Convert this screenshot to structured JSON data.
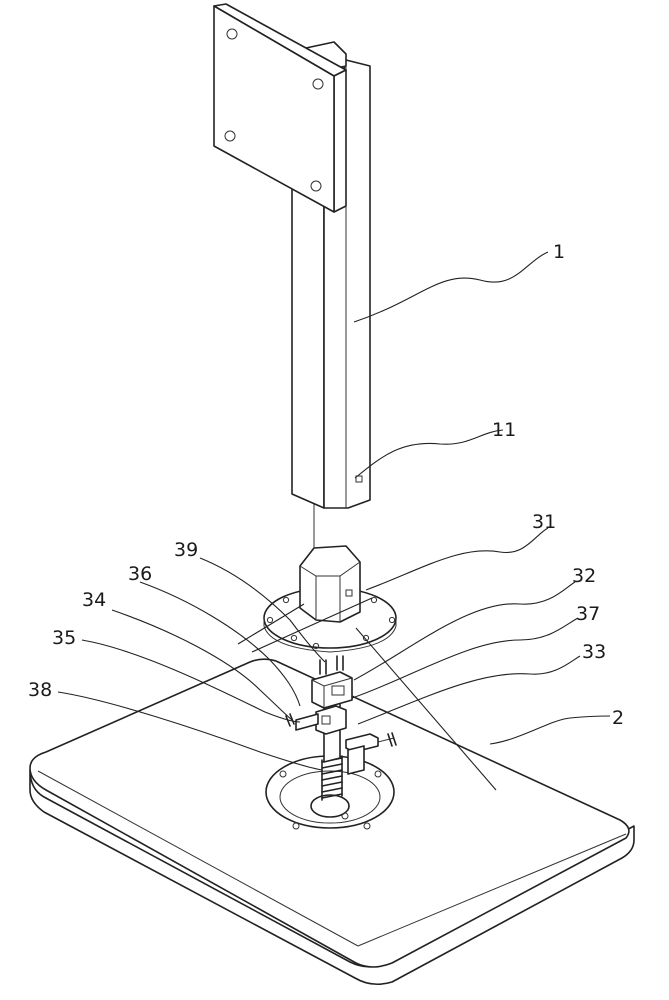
{
  "labels": {
    "l1": "1",
    "l11": "11",
    "l31": "31",
    "l39": "39",
    "l36": "36",
    "l32": "32",
    "l34": "34",
    "l37": "37",
    "l35": "35",
    "l33": "33",
    "l38": "38",
    "l2": "2"
  }
}
